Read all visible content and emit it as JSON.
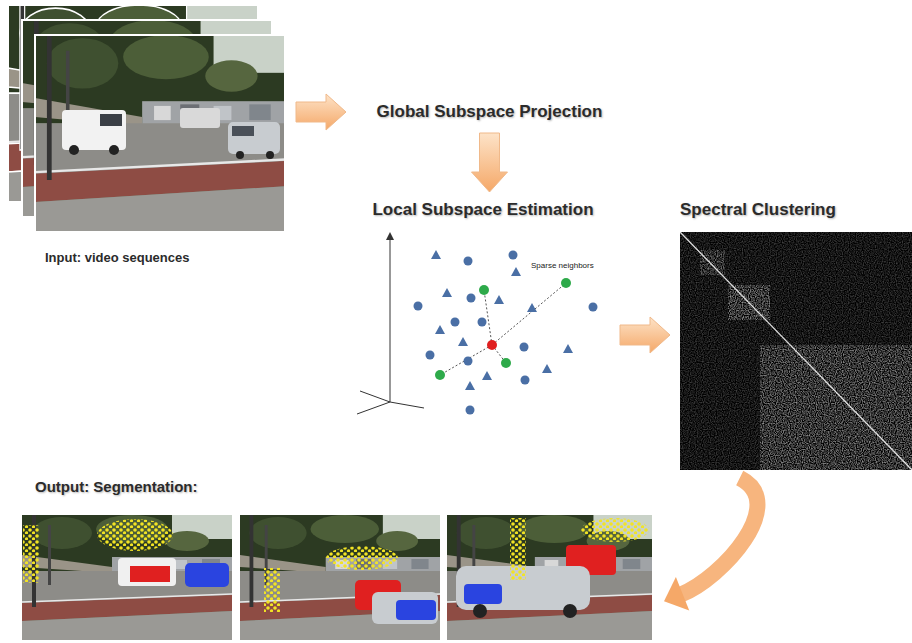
{
  "diagram": {
    "nodes": [
      {
        "text": [
          "Input: video sequences"
        ]
      },
      {
        "text": [
          "Global Subspace Projection"
        ]
      },
      {
        "text": [
          "Local Subspace Estimation"
        ]
      },
      {
        "text": [
          "Spectral Clustering"
        ]
      },
      {
        "text": [
          "Output: Segmentation:"
        ]
      }
    ],
    "edges": [
      {
        "from": 0,
        "to": 1,
        "arrow": "to"
      },
      {
        "from": 1,
        "to": 2,
        "arrow": "to"
      },
      {
        "from": 2,
        "to": 3,
        "arrow": "to"
      },
      {
        "from": 3,
        "to": 4,
        "arrow": "to"
      }
    ],
    "labels": [
      "Sparse neighbors"
    ]
  }
}
